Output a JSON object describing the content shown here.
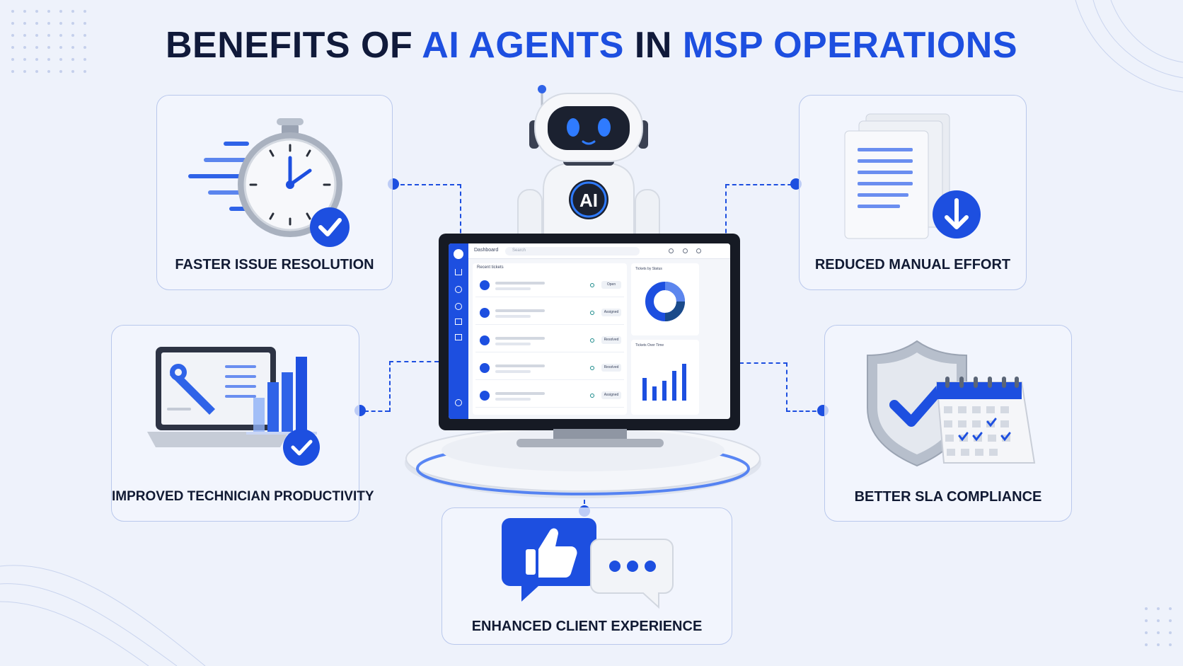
{
  "title": {
    "part1": "BENEFITS OF ",
    "part2": "AI AGENTS",
    "part3": " IN ",
    "part4": "MSP OPERATIONS"
  },
  "colors": {
    "accent": "#1d4fe0",
    "dark_text": "#101a3a",
    "background": "#eef2fb",
    "card_border": "#b9c8ec"
  },
  "benefits": [
    {
      "label": "FASTER ISSUE RESOLUTION",
      "icon": "stopwatch-check-icon"
    },
    {
      "label": "REDUCED MANUAL EFFORT",
      "icon": "documents-download-icon"
    },
    {
      "label": "IMPROVED TECHNICIAN PRODUCTIVITY",
      "icon": "laptop-wrench-chart-icon"
    },
    {
      "label": "BETTER SLA COMPLIANCE",
      "icon": "shield-calendar-icon"
    },
    {
      "label": "ENHANCED CLIENT EXPERIENCE",
      "icon": "thumbs-up-chat-icon"
    }
  ],
  "robot": {
    "badge": "AI",
    "icon": "robot-icon"
  },
  "monitor": {
    "header": "Dashboard",
    "search_placeholder": "Search",
    "list_title": "Recent tickets",
    "statuses": [
      "Open",
      "Assigned",
      "Resolved",
      "Resolved",
      "Assigned"
    ],
    "donut_title": "Tickets by Status",
    "bar_title": "Tickets Over Time"
  }
}
